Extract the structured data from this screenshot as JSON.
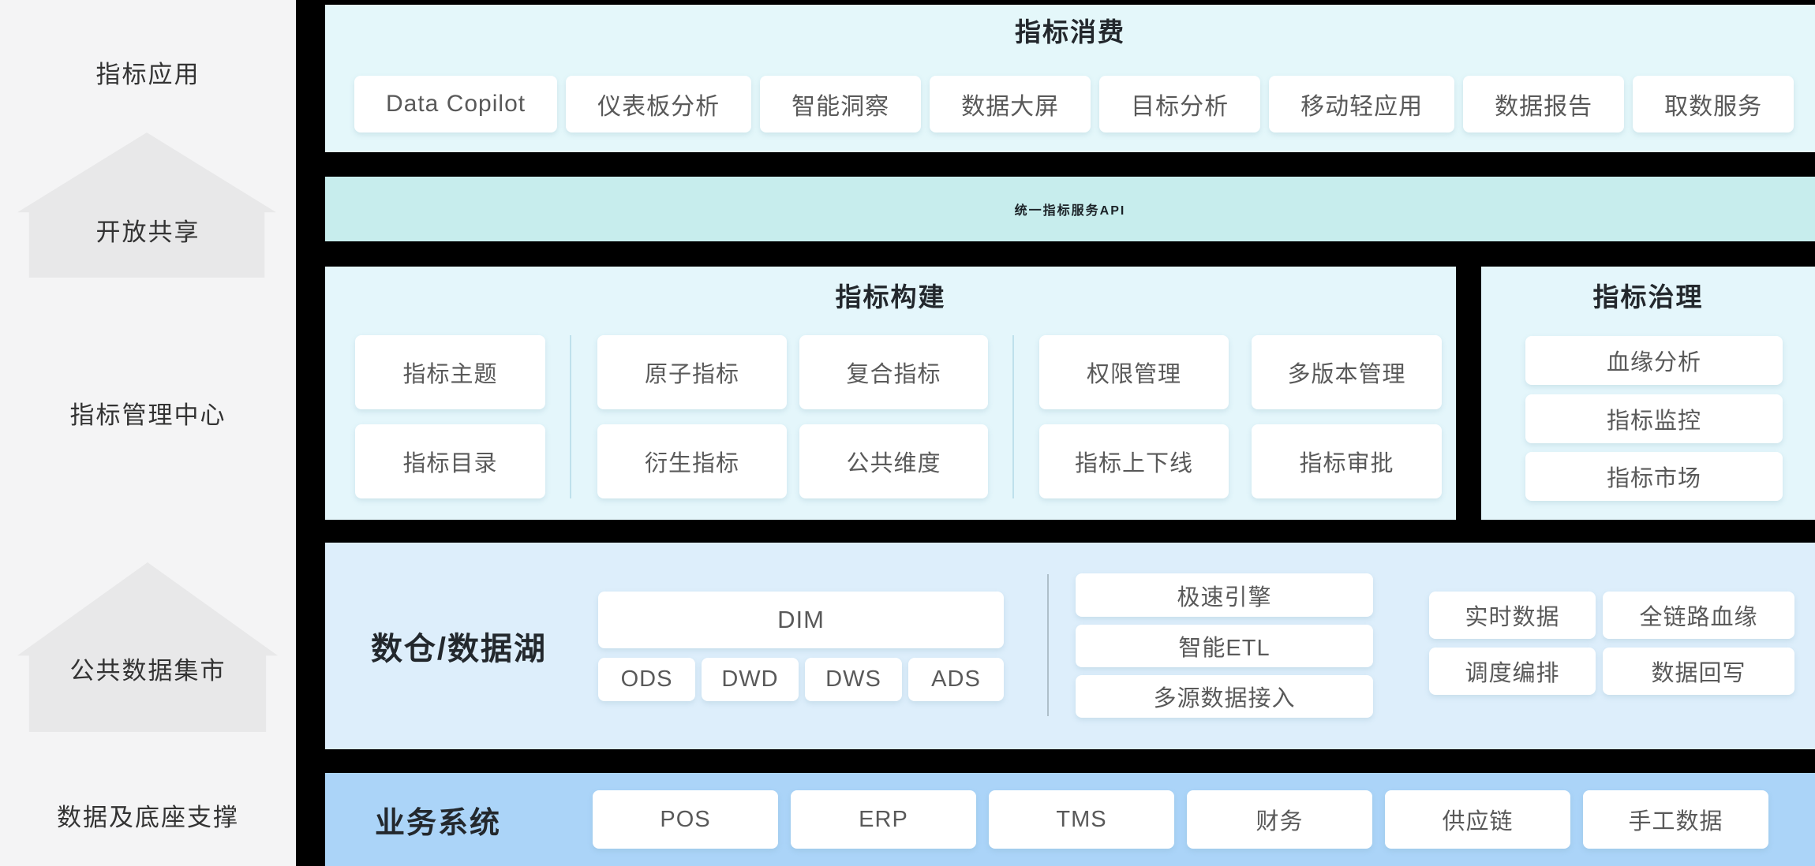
{
  "colors": {
    "page_bg": "#000000",
    "sidebar_bg": "#f4f4f5",
    "arrow_fill": "#e8e8e9",
    "consumption_bg": "#e4f7fa",
    "api_bg": "#c7eded",
    "metrics_bg": "#e4f6fb",
    "warehouse_bg": "#ddeefb",
    "business_bg": "#abd4f8",
    "card_bg": "#ffffff",
    "card_text": "#595959",
    "title_text": "#23282d"
  },
  "sidebar": {
    "items": [
      {
        "label": "指标应用"
      },
      {
        "label": "开放共享"
      },
      {
        "label": "指标管理中心"
      },
      {
        "label": "公共数据集市"
      },
      {
        "label": "数据及底座支撑"
      }
    ]
  },
  "consumption": {
    "title": "指标消费",
    "apps": [
      "Data Copilot",
      "仪表板分析",
      "智能洞察",
      "数据大屏",
      "目标分析",
      "移动轻应用",
      "数据报告",
      "取数服务"
    ]
  },
  "api": {
    "label": "统一指标服务API"
  },
  "construction": {
    "title": "指标构建",
    "row1": [
      "指标主题",
      "原子指标",
      "复合指标",
      "权限管理",
      "多版本管理"
    ],
    "row2": [
      "指标目录",
      "衍生指标",
      "公共维度",
      "指标上下线",
      "指标审批"
    ]
  },
  "governance": {
    "title": "指标治理",
    "items": [
      "血缘分析",
      "指标监控",
      "指标市场"
    ]
  },
  "warehouse": {
    "title": "数仓/数据湖",
    "dim": "DIM",
    "layers": [
      "ODS",
      "DWD",
      "DWS",
      "ADS"
    ],
    "engines": [
      "极速引擎",
      "智能ETL",
      "多源数据接入"
    ],
    "features": [
      "实时数据",
      "全链路血缘",
      "调度编排",
      "数据回写"
    ]
  },
  "business": {
    "title": "业务系统",
    "systems": [
      "POS",
      "ERP",
      "TMS",
      "财务",
      "供应链",
      "手工数据"
    ]
  }
}
